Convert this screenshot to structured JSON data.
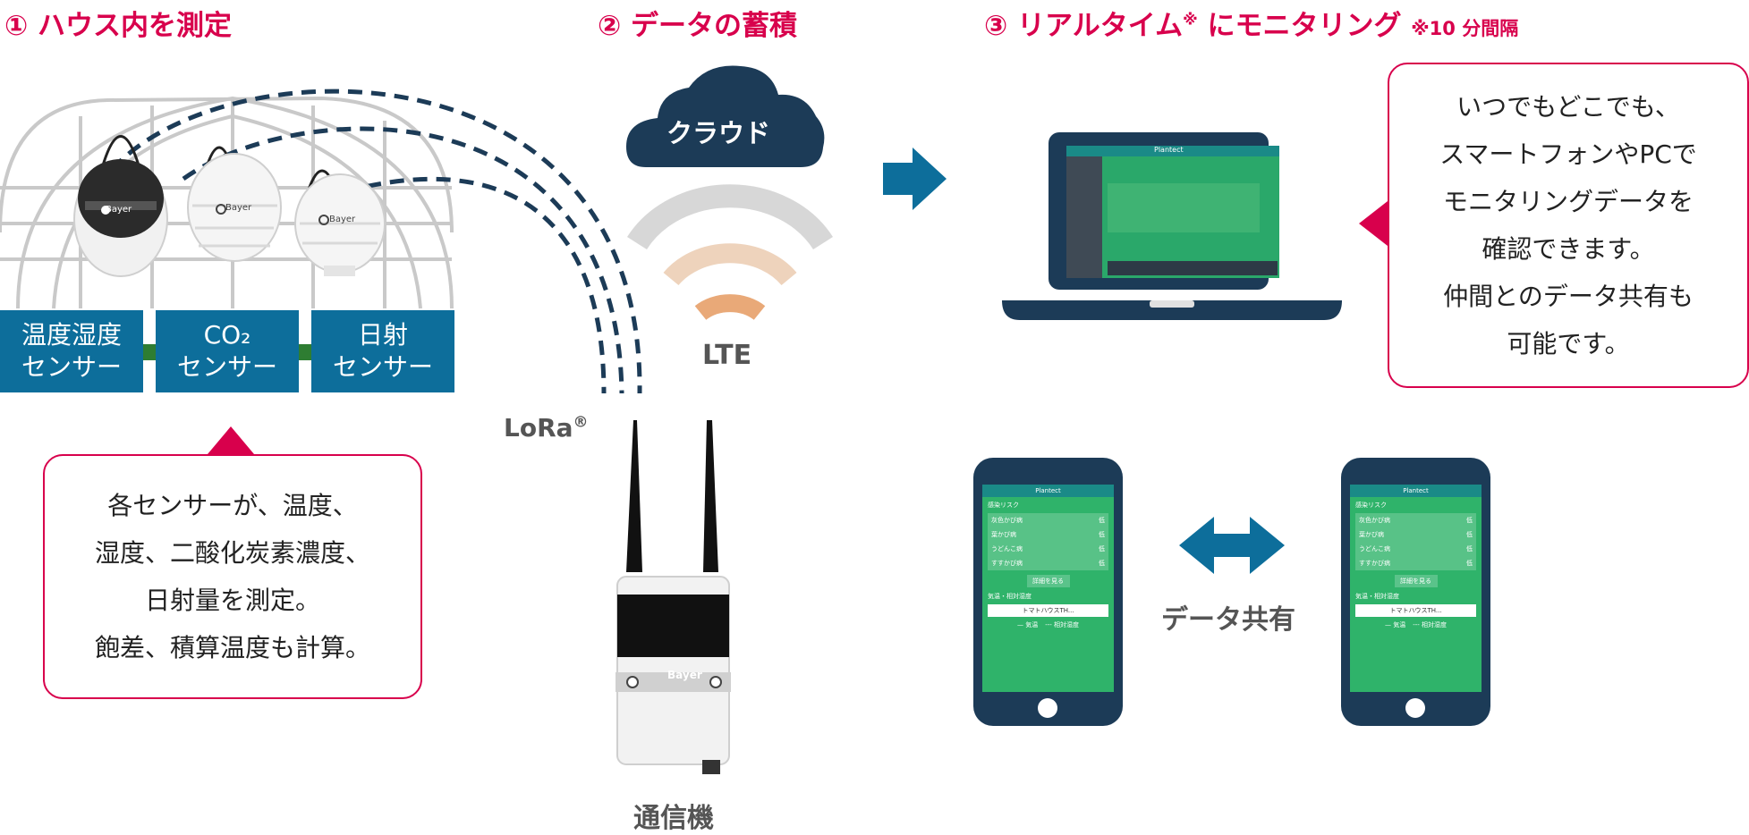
{
  "headings": {
    "step1": {
      "num": "①",
      "text": "ハウス内を測定"
    },
    "step2": {
      "num": "②",
      "text": "データの蓄積"
    },
    "step3": {
      "num": "③",
      "text": "リアルタイム",
      "mark": "※",
      "text2": "にモニタリング",
      "note": "※10 分間隔"
    }
  },
  "sensors": [
    {
      "line1": "温度湿度",
      "line2": "センサー"
    },
    {
      "line1": "CO₂",
      "line2": "センサー"
    },
    {
      "line1": "日射",
      "line2": "センサー"
    }
  ],
  "sensor_brand": "Bayer",
  "sensor_callout": [
    "各センサーが、温度、",
    "湿度、二酸化炭素濃度、",
    "日射量を測定。",
    "飽差、積算温度も計算。"
  ],
  "cloud_label": "クラウド",
  "lte_label": "LTE",
  "lora_label": "LoRa",
  "lora_mark": "®",
  "gateway_label": "通信機",
  "gateway_brand": "Bayer",
  "monitor_callout": [
    "いつでもどこでも、",
    "スマートフォンやPCで",
    "モニタリングデータを",
    "確認できます。",
    "仲間とのデータ共有も",
    "可能です。"
  ],
  "share_label": "データ共有",
  "app": {
    "name": "Plantect",
    "risk_title": "感染リスク",
    "diseases": [
      "灰色かび病",
      "葉かび病",
      "うどんこ病",
      "すすかび病"
    ],
    "risk_level": "低",
    "detail_button": "詳細を見る",
    "env_title": "気温・相対湿度",
    "house_name": "トマトハウスTH...",
    "legend": [
      "— 気温",
      "--- 相対湿度"
    ]
  },
  "colors": {
    "accent": "#d8004c",
    "blue": "#0d6e9b",
    "navy": "#1c3b57",
    "screen": "#2aa86a"
  }
}
